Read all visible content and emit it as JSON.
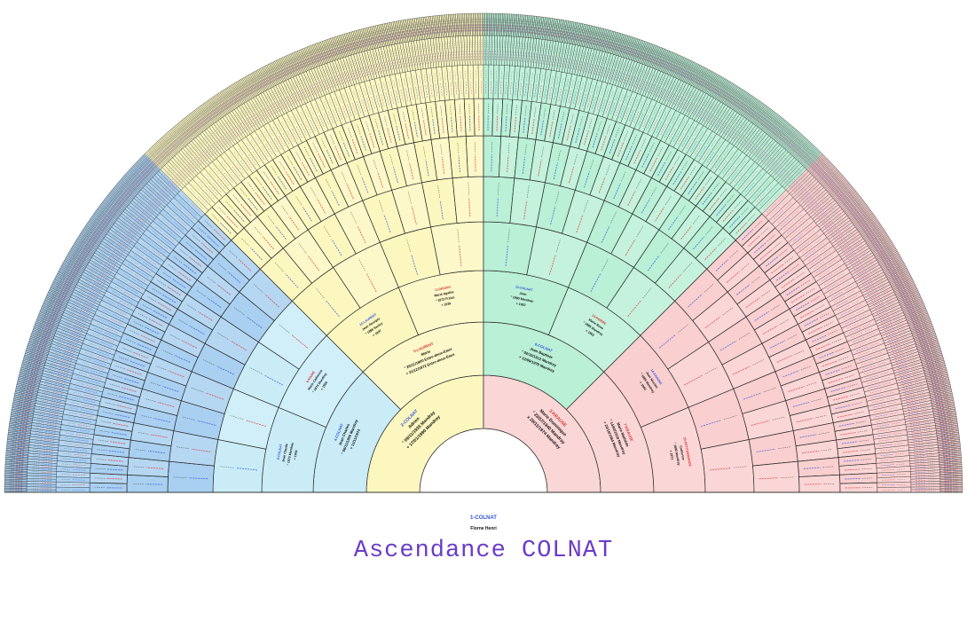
{
  "page_title": "Ascendance COLNAT",
  "root": {
    "number_name": "1-COLNAT",
    "given": "Florne Henri"
  },
  "colors": {
    "paternal_paternal": "#fbf7bf",
    "paternal_maternal": "#c9ecf7",
    "maternal_paternal": "#b9f0d6",
    "maternal_maternal": "#f9cfcf",
    "outer_blue": "#a9d0f0",
    "line": "#2a2a2a",
    "male": "#3355dd",
    "female": "#dd3333",
    "title": "#6a3cc9"
  },
  "generations": [
    [
      {
        "n": "2-COLNAT",
        "given": "Adrien",
        "lines": [
          "° 09/11/1935 Mandray",
          "+ 17/01/1990 Mandray"
        ],
        "sex": "m"
      },
      {
        "n": "3-KRAUSE",
        "given": "Marie Dominique",
        "lines": [
          "° 23/07/1940 Mandray",
          "x 29/11/1974 Mandray"
        ],
        "sex": "f"
      }
    ],
    [
      {
        "n": "4-COLNAT",
        "given": "Jean Charles",
        "lines": [
          "° 06/11/1900 Mandray",
          "+ 11/11/1974"
        ],
        "sex": "m"
      },
      {
        "n": "5-LAURENT",
        "given": "Marie",
        "lines": [
          "° 26/11/1900 Entre-deux-Eaux",
          "+ 31/12/1972 Entre-deux-Eaux"
        ],
        "sex": "f"
      },
      {
        "n": "6-COLNAT",
        "given": "Jean Baptiste",
        "lines": [
          "° 02/10/1912 Mandray",
          "+ 12/09/1978 Mandray"
        ],
        "sex": "m"
      },
      {
        "n": "7-KRAUSE",
        "given": "Marie Mathilde",
        "lines": [
          "° 14/03/1918 Mandray",
          "+ 20/10/1984 Mandray"
        ],
        "sex": "f"
      }
    ],
    [
      {
        "n": "8-COLNAT",
        "given": "Jean Claude",
        "lines": [
          "° 1870 Mandray",
          "+ 1944"
        ],
        "sex": "m"
      },
      {
        "n": "9-MAIRE",
        "given": "Marie Catherine",
        "lines": [
          "° 1874 Mandray",
          "+ 1950"
        ],
        "sex": "f"
      },
      {
        "n": "10-LAURENT",
        "given": "Jean Georges",
        "lines": [
          "° 1868 Saulcy",
          "+ 1937"
        ],
        "sex": "m"
      },
      {
        "n": "11-MOURY",
        "given": "Marie Agathe",
        "lines": [
          "° 1872 Fraize",
          "+ 1939"
        ],
        "sex": "f"
      },
      {
        "n": "12-COLNAT",
        "given": "Jean",
        "lines": [
          "° 1880 Mandray",
          "+ 1957"
        ],
        "sex": "m"
      },
      {
        "n": "13-PIERRE",
        "given": "Marie Rose",
        "lines": [
          "° 1885 Mandray",
          "+ 1962"
        ],
        "sex": "f"
      },
      {
        "n": "14-KRAUSE",
        "given": "Jean Nicolas",
        "lines": [
          "° 1889 Mandray",
          "+ 1960"
        ],
        "sex": "m"
      },
      {
        "n": "15-PETITDEMANGE",
        "given": "Catherine",
        "lines": [
          "° 1892 Mandray",
          "+ 1971"
        ],
        "sex": "f"
      }
    ]
  ],
  "outer_generation_count": 11
}
